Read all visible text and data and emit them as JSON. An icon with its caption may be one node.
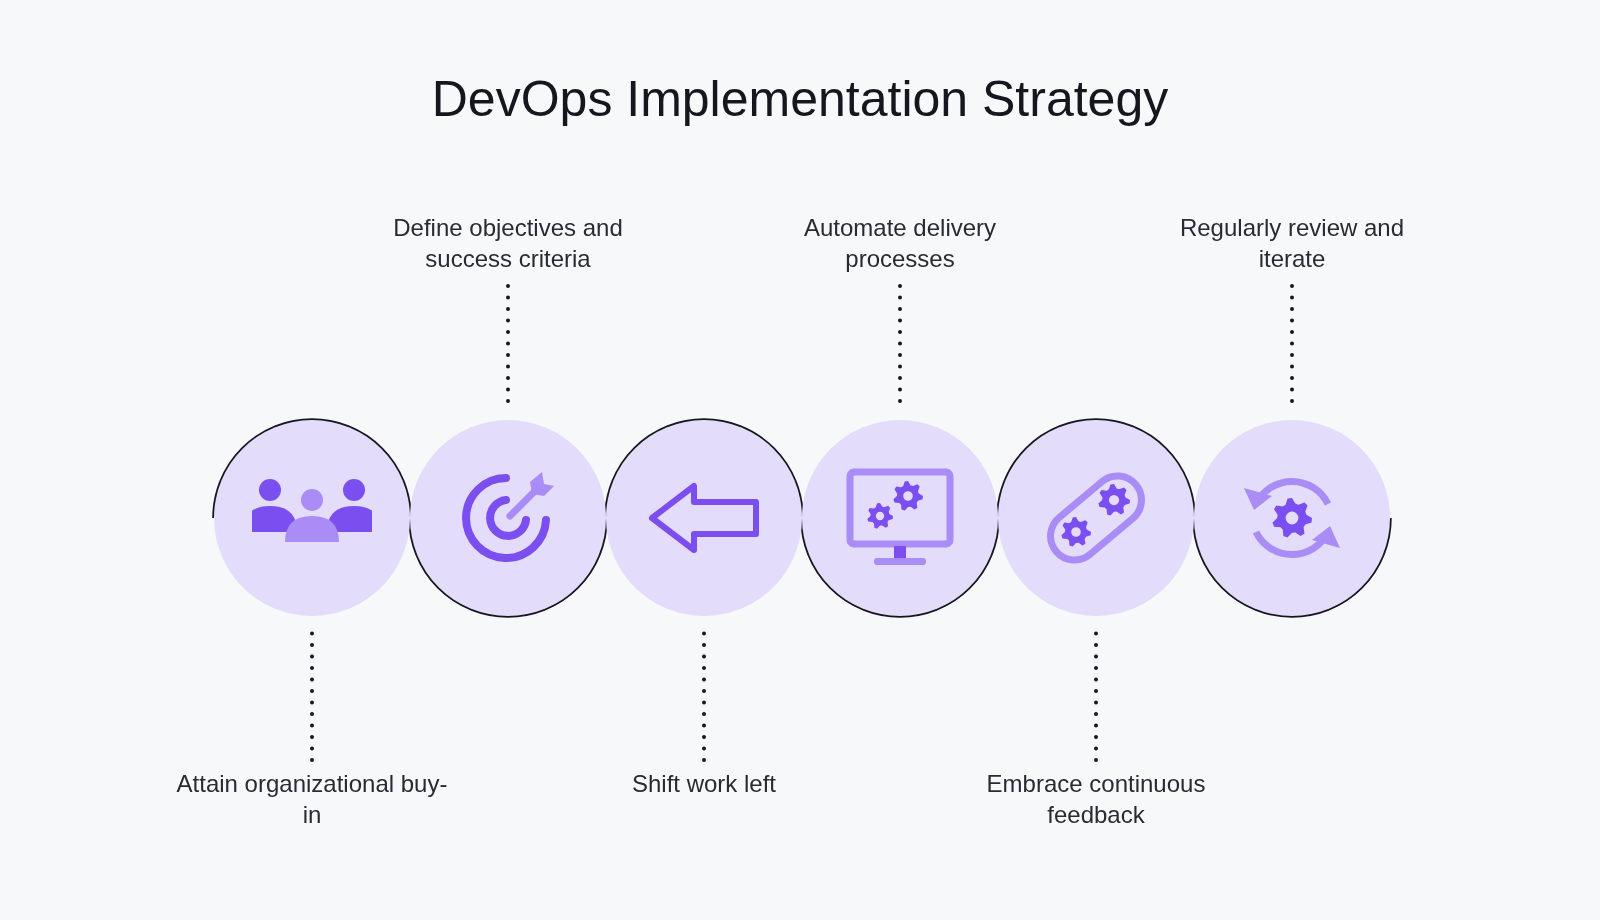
{
  "diagram": {
    "title": "DevOps Implementation Strategy",
    "nodes": [
      {
        "text": [],
        "shape": "circle"
      },
      {
        "text": [],
        "shape": "circle"
      },
      {
        "text": [],
        "shape": "circle"
      },
      {
        "text": [],
        "shape": "circle"
      },
      {
        "text": [],
        "shape": "circle"
      },
      {
        "text": [],
        "shape": "circle"
      },
      {
        "text": [
          "Define objectives and success criteria"
        ]
      },
      {
        "text": [
          "Automate delivery processes"
        ]
      },
      {
        "text": [
          "Regularly review and iterate"
        ]
      },
      {
        "text": [
          "Attain organizational buy-in"
        ]
      },
      {
        "text": [
          "Shift work left"
        ]
      },
      {
        "text": [
          "Embrace continuous feedback"
        ]
      }
    ],
    "edges": [
      {
        "from": 6,
        "to": 1,
        "arrow": "none"
      },
      {
        "from": 7,
        "to": 3,
        "arrow": "none"
      },
      {
        "from": 8,
        "to": 5,
        "arrow": "none"
      },
      {
        "from": 9,
        "to": 0,
        "arrow": "none"
      },
      {
        "from": 10,
        "to": 2,
        "arrow": "none"
      },
      {
        "from": 11,
        "to": 4,
        "arrow": "none"
      }
    ]
  }
}
